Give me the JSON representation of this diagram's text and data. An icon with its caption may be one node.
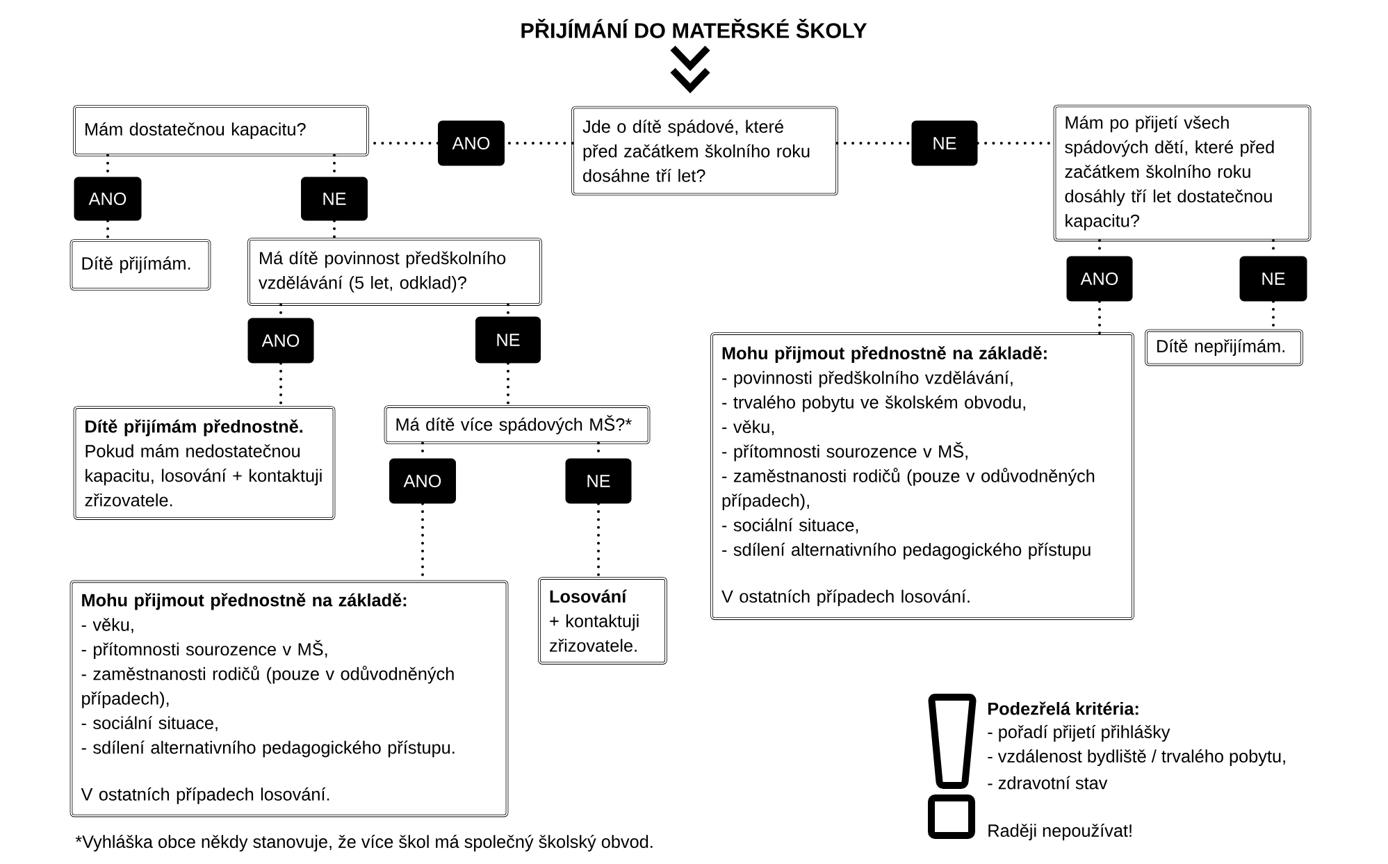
{
  "diagram": {
    "title": "PŘIJÍMÁNÍ DO MATEŘSKÉ ŠKOLY",
    "nodes": [
      {
        "text": [
          "Mám dostatečnou kapacitu?"
        ]
      },
      {
        "text": [
          "ANO"
        ]
      },
      {
        "text": [
          "Jde o dítě spádové, které před začátkem školního roku dosáhne tří let?"
        ]
      },
      {
        "text": [
          "NE"
        ]
      },
      {
        "text": [
          "Mám po přijetí všech spádových dětí, které před začátkem školního roku dosáhly tří let dostatečnou kapacitu?"
        ]
      },
      {
        "text": [
          "ANO"
        ]
      },
      {
        "text": [
          "NE"
        ]
      },
      {
        "text": [
          "Dítě přijímám."
        ]
      },
      {
        "text": [
          "Má dítě povinnost předškolního vzdělávání (5 let, odklad)?"
        ]
      },
      {
        "text": [
          "ANO"
        ]
      },
      {
        "text": [
          "NE"
        ]
      },
      {
        "text": [
          "ANO"
        ]
      },
      {
        "text": [
          "NE"
        ]
      },
      {
        "text": [
          "Mohu přijmout přednostně na základě:",
          "- povinnosti předškolního vzdělávání,",
          "- trvalého pobytu ve školském obvodu,",
          "- věku,",
          "- přítomnosti sourozence v MŠ,",
          "- zaměstnanosti rodičů (pouze v odůvodněných případech),",
          "- sociální situace,",
          "- sdílení alternativního pedagogického přístupu",
          "V ostatních případech losování."
        ]
      },
      {
        "text": [
          "Dítě nepřijímám."
        ]
      },
      {
        "text": [
          "Dítě přijímám přednostně.",
          "Pokud mám nedostatečnou kapacitu, losování + kontaktuji zřizovatele."
        ]
      },
      {
        "text": [
          "Má dítě více spádových MŠ?*"
        ]
      },
      {
        "text": [
          "ANO"
        ]
      },
      {
        "text": [
          "NE"
        ]
      },
      {
        "text": [
          "Mohu přijmout přednostně na základě:",
          "- věku,",
          "- přítomnosti sourozence v MŠ,",
          "- zaměstnanosti rodičů (pouze v odůvodněných případech),",
          "- sociální situace,",
          "- sdílení alternativního pedagogického přístupu.",
          "V ostatních případech losování."
        ]
      },
      {
        "text": [
          "**Losování** + kontaktuji zřizovatele."
        ]
      }
    ],
    "edges": [
      {
        "from": null,
        "to": 2,
        "arrow": "to",
        "style": "thick"
      },
      {
        "from": 2,
        "to": 1,
        "arrow": "none",
        "style": "dashed"
      },
      {
        "from": 1,
        "to": 0,
        "arrow": "none",
        "style": "dashed"
      },
      {
        "from": 2,
        "to": 3,
        "arrow": "none",
        "style": "dashed"
      },
      {
        "from": 3,
        "to": 4,
        "arrow": "none",
        "style": "dashed"
      },
      {
        "from": 0,
        "to": 5,
        "arrow": "none",
        "style": "dashed"
      },
      {
        "from": 5,
        "to": 7,
        "arrow": "none",
        "style": "dashed"
      },
      {
        "from": 0,
        "to": 6,
        "arrow": "none",
        "style": "dashed"
      },
      {
        "from": 6,
        "to": 8,
        "arrow": "none",
        "style": "dashed"
      },
      {
        "from": 4,
        "to": 9,
        "arrow": "none",
        "style": "dashed"
      },
      {
        "from": 9,
        "to": 13,
        "arrow": "none",
        "style": "dashed"
      },
      {
        "from": 4,
        "to": 10,
        "arrow": "none",
        "style": "dashed"
      },
      {
        "from": 10,
        "to": 14,
        "arrow": "none",
        "style": "dashed"
      },
      {
        "from": 8,
        "to": 11,
        "arrow": "none",
        "style": "dashed"
      },
      {
        "from": 11,
        "to": 15,
        "arrow": "none",
        "style": "dashed"
      },
      {
        "from": 8,
        "to": 12,
        "arrow": "none",
        "style": "dashed"
      },
      {
        "from": 12,
        "to": 16,
        "arrow": "none",
        "style": "dashed"
      },
      {
        "from": 16,
        "to": 17,
        "arrow": "none",
        "style": "dashed"
      },
      {
        "from": 17,
        "to": 19,
        "arrow": "none",
        "style": "dashed"
      },
      {
        "from": 16,
        "to": 18,
        "arrow": "none",
        "style": "dashed"
      },
      {
        "from": 18,
        "to": 20,
        "arrow": "none",
        "style": "dashed"
      }
    ],
    "labels": [
      "Podezřelá kritéria:",
      "- pořadí přijetí přihlášky",
      "- vzdálenost bydliště / trvalého pobytu,",
      "- zdravotní stav",
      "Raději nepoužívat!",
      "*Vyhláška obce někdy stanovuje, že více škol má společný školský obvod."
    ]
  }
}
